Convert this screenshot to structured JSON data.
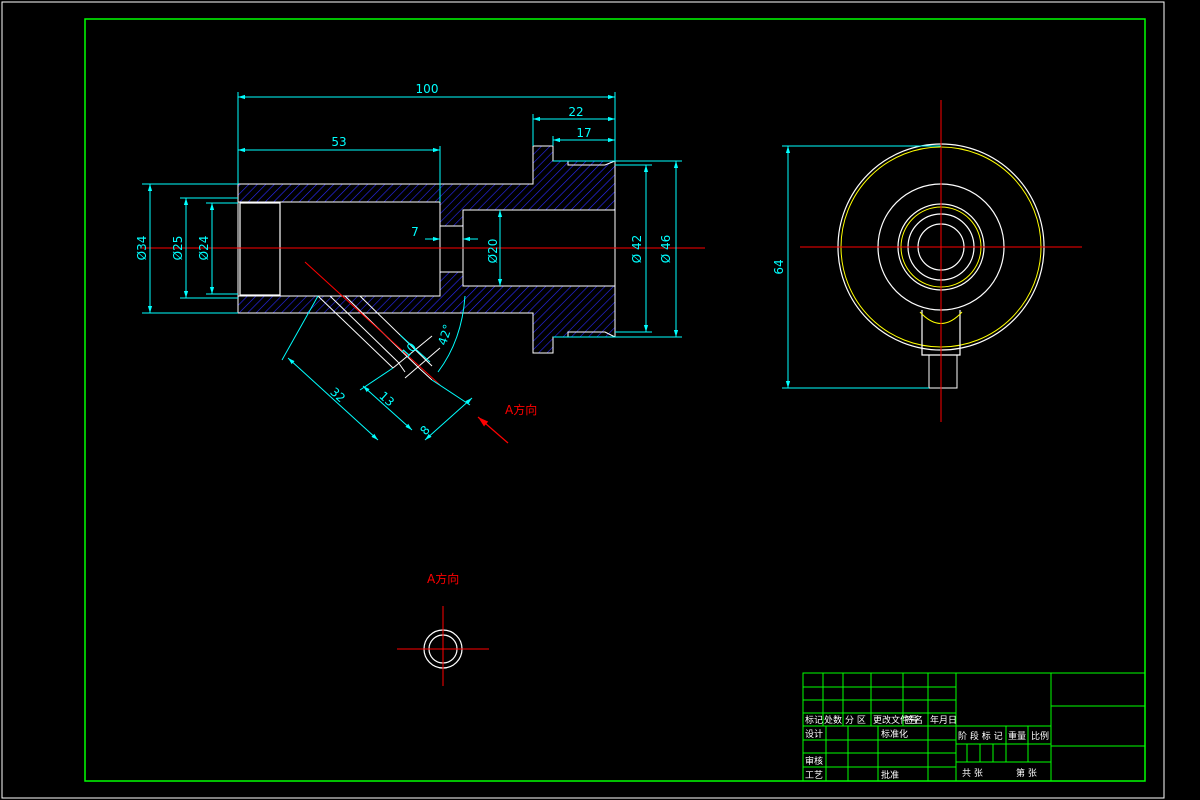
{
  "colors": {
    "background": "#000000",
    "frame": "#00ff00",
    "outline": "#ffffff",
    "dimension": "#00ffff",
    "centerline": "#ff0000",
    "hatch": "#2b2bff",
    "hidden_circle": "#ffff00",
    "label_red": "#ff0000",
    "titleblock_text": "#ffffff"
  },
  "front_view": {
    "dims": {
      "overall_length": "100",
      "bore_length": "53",
      "flange_length": "22",
      "flange_inner": "17",
      "small_step": "7",
      "d34": "Ø34",
      "d25": "Ø25",
      "d24": "Ø24",
      "d20": "Ø20",
      "d42": "Ø 42",
      "d46": "Ø 46"
    },
    "angled_dims": {
      "len32": "32",
      "len13": "13",
      "len10": "10",
      "len8": "8",
      "angle": "42°"
    },
    "arrow_label": "A方向"
  },
  "side_view": {
    "height_dim": "64"
  },
  "aux_view": {
    "title": "A方向"
  },
  "title_block": {
    "row_header": [
      "标记",
      "处数",
      "分 区",
      "更改文件号",
      "签名",
      "年月日"
    ],
    "design": "设计",
    "standard": "标准化",
    "review": "审核",
    "process": "工艺",
    "approve": "批准",
    "stage_mark": "阶 段 标 记",
    "weight": "重量",
    "scale": "比例",
    "total": "共  张",
    "sheet": "第  张"
  }
}
